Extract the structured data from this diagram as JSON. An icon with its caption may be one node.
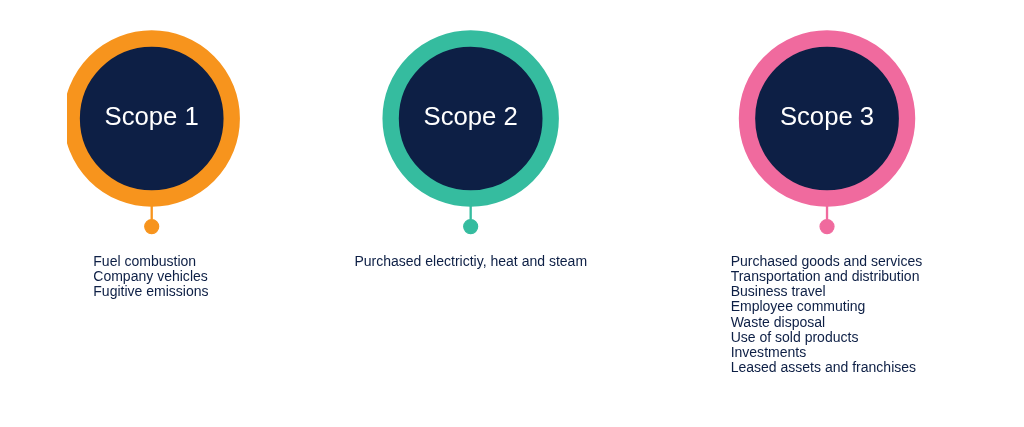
{
  "diagram": {
    "nodes": [
      {
        "text": [
          "Scope 1"
        ]
      },
      {
        "text": [],
        "shape": "circle",
        "beside": [
          "Fuel combustion",
          "Company vehicles",
          "Fugitive emissions"
        ]
      },
      {
        "text": [
          "Scope 2"
        ]
      },
      {
        "text": [],
        "shape": "circle",
        "beside": [
          "Purchased electrictiy, heat and steam"
        ]
      },
      {
        "text": [
          "Scope 3"
        ]
      },
      {
        "text": [],
        "shape": "circle",
        "beside": [
          "Purchased goods and services",
          "Transportation and distribution",
          "Business travel",
          "Employee commuting",
          "Waste disposal",
          "Use of sold products",
          "Investments",
          "Leased assets and franchises"
        ]
      }
    ],
    "edges": [
      {
        "from": 0,
        "to": 1,
        "arrow": "none",
        "color": "#f7941d"
      },
      {
        "from": 2,
        "to": 3,
        "arrow": "none",
        "color": "#35bc9f"
      },
      {
        "from": 4,
        "to": 5,
        "arrow": "none",
        "color": "#f06a9e"
      }
    ]
  }
}
